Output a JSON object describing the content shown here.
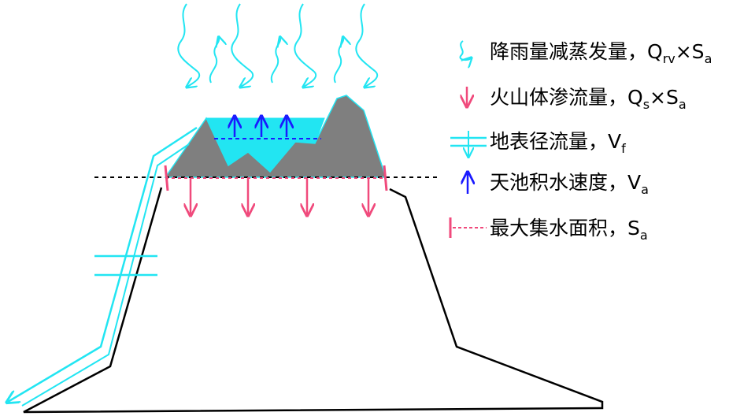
{
  "colors": {
    "cyan": "#22e5f2",
    "pink": "#f04a7c",
    "blue": "#1a1aff",
    "gray": "#7f7f7f",
    "black": "#000000",
    "lake_fill": "#22e5f2"
  },
  "legend": [
    {
      "icon": "wavy-arrow-icon",
      "label": "降雨量减蒸发量，Q",
      "sub": "rv",
      "tail": "×S",
      "tail_sub": "a"
    },
    {
      "icon": "pink-down-arrow-icon",
      "label": "火山体渗流量，Q",
      "sub": "s",
      "tail": "×S",
      "tail_sub": "a"
    },
    {
      "icon": "surface-flow-icon",
      "label": "地表径流量，V",
      "sub": "f",
      "tail": "",
      "tail_sub": ""
    },
    {
      "icon": "blue-up-arrow-icon",
      "label": "天池积水速度，V",
      "sub": "a",
      "tail": "",
      "tail_sub": ""
    },
    {
      "icon": "max-area-icon",
      "label": "最大集水面积，S",
      "sub": "a",
      "tail": "",
      "tail_sub": ""
    }
  ]
}
